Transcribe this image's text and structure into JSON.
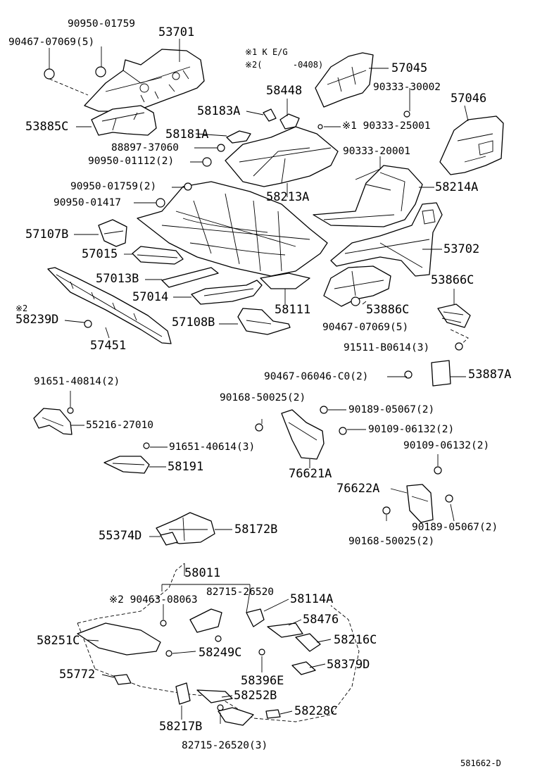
{
  "notes": {
    "note1": "※1 K E/G",
    "note2": "※2(      -0408)"
  },
  "labels": {
    "p90950_01759": "90950-01759",
    "p90467_07069_5a": "90467-07069(5)",
    "p53701": "53701",
    "p53885C": "53885C",
    "p58183A": "58183A",
    "p58448": "58448",
    "p58181A": "58181A",
    "p88897_37060": "88897-37060",
    "p90950_01112_2": "90950-01112(2)",
    "p90950_01759_2": "90950-01759(2)",
    "p90950_01417": "90950-01417",
    "p57107B": "57107B",
    "p57015": "57015",
    "p57013B": "57013B",
    "p57014": "57014",
    "p57045": "57045",
    "p90333_30002": "90333-30002",
    "p57046": "57046",
    "p90333_25001": "※1 90333-25001",
    "p90333_20001": "90333-20001",
    "p58213A": "58213A",
    "p58214A": "58214A",
    "p53702": "53702",
    "p53866C": "53866C",
    "p53886C": "53886C",
    "p90467_07069_5b": "90467-07069(5)",
    "p58111": "58111",
    "p71408B": "57108B",
    "p58239D": "58239D",
    "p58239D_note": "※2",
    "p57451": "57451",
    "p91511_B0614_3": "91511-B0614(3)",
    "p90467_06046_C0_2": "90467-06046-C0(2)",
    "p53887A": "53887A",
    "p91651_40814_2": "91651-40814(2)",
    "p55216_27010": "55216-27010",
    "p90168_50025_2a": "90168-50025(2)",
    "p90189_05067_2a": "90189-05067(2)",
    "p90109_06132_2a": "90109-06132(2)",
    "p91651_40614_3": "91651-40614(3)",
    "p58191": "58191",
    "p90109_06132_2b": "90109-06132(2)",
    "p76621A": "76621A",
    "p76622A": "76622A",
    "p90189_05067_2b": "90189-05067(2)",
    "p90168_50025_2b": "90168-50025(2)",
    "p55374D": "55374D",
    "p58172B": "58172B",
    "p58011": "58011",
    "p90463_08063": "※2 90463-08063",
    "p82715_26520": "82715-26520",
    "p58114A": "58114A",
    "p58476": "58476",
    "p58251C": "58251C",
    "p58249C": "58249C",
    "p58216C": "58216C",
    "p58379D": "58379D",
    "p58396E": "58396E",
    "p55772": "55772",
    "p58252B": "58252B",
    "p58228C": "58228C",
    "p58217B": "58217B",
    "p82715_26520_3": "82715-26520(3)"
  },
  "footer": {
    "code": "581662-D"
  }
}
